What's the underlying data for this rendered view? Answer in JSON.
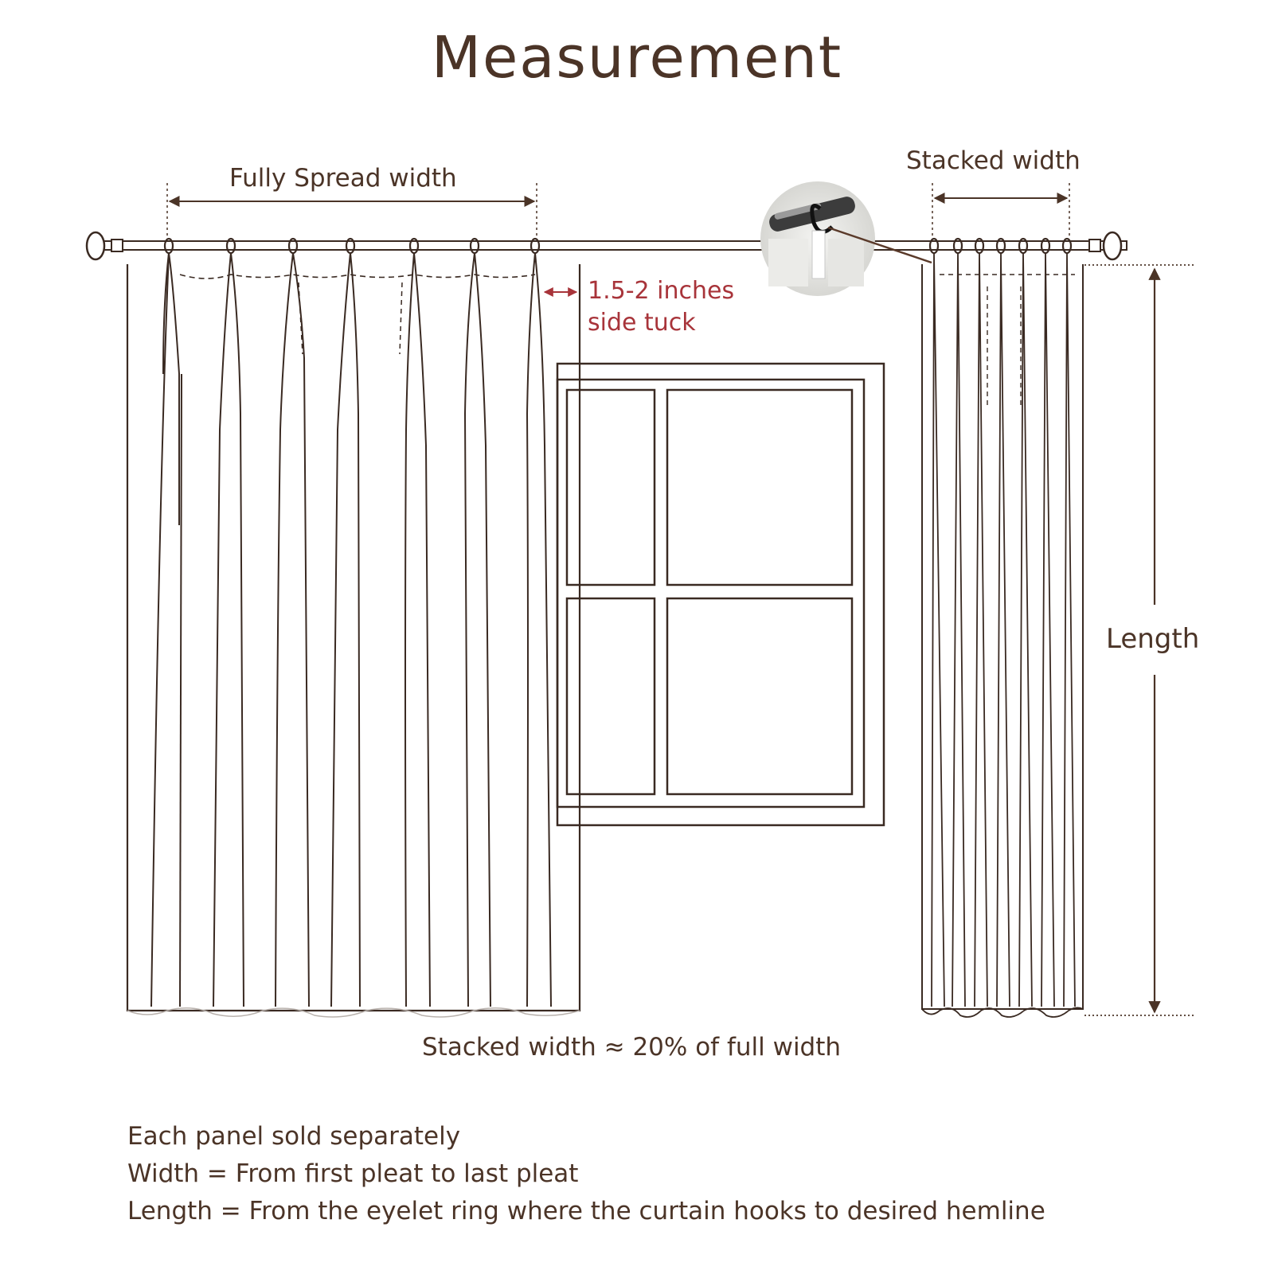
{
  "title": "Measurement",
  "labels": {
    "fully_spread_width": "Fully Spread width",
    "stacked_width": "Stacked width",
    "side_tuck_line1": "1.5-2 inches",
    "side_tuck_line2": "side tuck",
    "length": "Length",
    "stacked_ratio": "Stacked width ≈ 20% of full width"
  },
  "notes": [
    "Each panel sold separately",
    "Width = From first pleat to last pleat",
    "Length = From the eyelet ring where the curtain hooks to desired hemline"
  ],
  "colors": {
    "line": "#4b3427",
    "accent": "#a8343a",
    "background": "#ffffff"
  },
  "icons": {
    "hook_detail": "curtain-hook-closeup-icon"
  }
}
